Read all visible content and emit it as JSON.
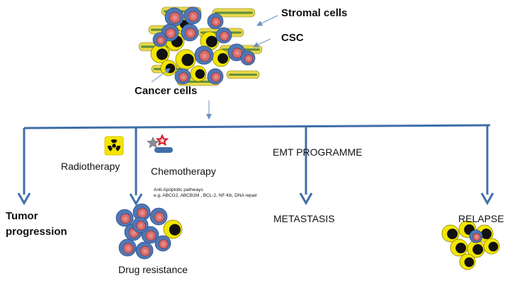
{
  "labels": {
    "stromal_cells": "Stromal cells",
    "csc": "CSC",
    "cancer_cells": "Cancer cells",
    "radiotherapy": "Radiotherapy",
    "chemotherapy": "Chemotherapy",
    "emt_programme": "EMT  PROGRAMME",
    "anti_apoptotic_line1": "Anti-Apoptotic pathways",
    "anti_apoptotic_line2": "e.g. ABCG2, ABCB1M , BCL-2, NF-Kb, DNA repair",
    "tumor_progression_line1": "Tumor",
    "tumor_progression_line2": "progression",
    "metastasis": "METASTASIS",
    "relapse": "RELAPSE",
    "drug_resistance": "Drug resistance"
  },
  "icons": {
    "radiation": "radiation-hazard-icon",
    "chemotherapy": "chemotherapy-icon"
  },
  "colors": {
    "arrow": "#3f6ea8",
    "cancer_cell_yellow": "#f2e600",
    "cancer_cell_nucleus": "#111111",
    "csc_outer": "#4f77b8",
    "csc_inner": "#d76a6a",
    "stromal_yellow": "#e8d84a",
    "stromal_green": "#5f8f3f",
    "radiation_bg": "#f4e400",
    "chemo_star": "#e0202a",
    "chemo_base": "#3f6ea8"
  }
}
